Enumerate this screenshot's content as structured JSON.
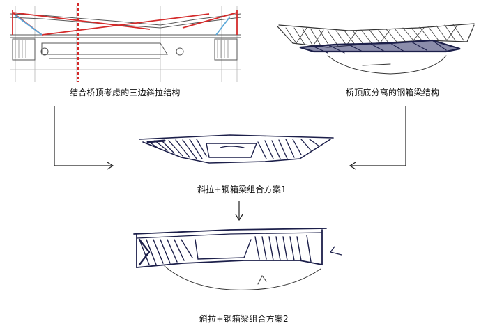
{
  "captions": {
    "top_left": "结合桥顶考虑的三边斜拉结构",
    "top_right": "桥顶底分离的钢箱梁结构",
    "scheme1": "斜拉+钢箱梁组合方案1",
    "scheme2": "斜拉+钢箱梁组合方案2"
  },
  "colors": {
    "cable_red": "#d42a2a",
    "cable_blue": "#5aa7d8",
    "ink": "#1c1f4a",
    "pencil": "#444444",
    "grid_gray": "#b5b5b5"
  }
}
